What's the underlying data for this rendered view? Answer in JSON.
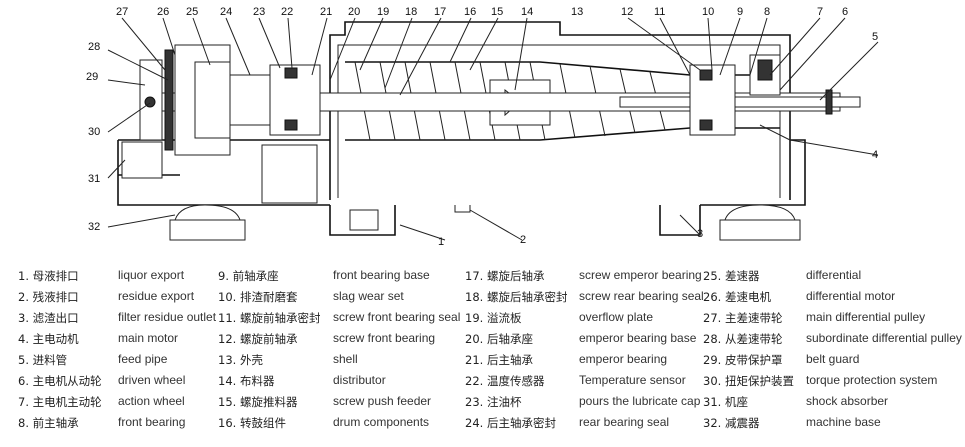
{
  "callouts": {
    "c1": "1",
    "c2": "2",
    "c3": "3",
    "c4": "4",
    "c5": "5",
    "c6": "6",
    "c7": "7",
    "c8": "8",
    "c9": "9",
    "c10": "10",
    "c11": "11",
    "c12": "12",
    "c13": "13",
    "c14": "14",
    "c15": "15",
    "c16": "16",
    "c17": "17",
    "c18": "18",
    "c19": "19",
    "c20": "20",
    "c21": "21",
    "c22": "22",
    "c23": "23",
    "c24": "24",
    "c25": "25",
    "c26": "26",
    "c27": "27",
    "c28": "28",
    "c29": "29",
    "c30": "30",
    "c31": "31",
    "c32": "32"
  },
  "legend": [
    {
      "cn": "1. 母液排口",
      "en": "liquor export"
    },
    {
      "cn": "2. 残液排口",
      "en": "residue export"
    },
    {
      "cn": "3. 滤渣出口",
      "en": "filter residue outlet"
    },
    {
      "cn": "4. 主电动机",
      "en": "main motor"
    },
    {
      "cn": "5. 进料管",
      "en": "feed pipe"
    },
    {
      "cn": "6. 主电机从动轮",
      "en": "driven wheel"
    },
    {
      "cn": "7. 主电机主动轮",
      "en": "action wheel"
    },
    {
      "cn": "8. 前主轴承",
      "en": "front bearing"
    },
    {
      "cn": "9. 前轴承座",
      "en": "front bearing base"
    },
    {
      "cn": "10. 排渣耐磨套",
      "en": "slag wear set"
    },
    {
      "cn": "11. 螺旋前轴承密封",
      "en": "screw front bearing seal"
    },
    {
      "cn": "12. 螺旋前轴承",
      "en": "screw front bearing"
    },
    {
      "cn": "13. 外壳",
      "en": "shell"
    },
    {
      "cn": "14. 布料器",
      "en": "distributor"
    },
    {
      "cn": "15. 螺旋推料器",
      "en": "screw push feeder"
    },
    {
      "cn": "16. 转鼓组件",
      "en": "drum components"
    },
    {
      "cn": "17. 螺旋后轴承",
      "en": "screw emperor bearing"
    },
    {
      "cn": "18. 螺旋后轴承密封",
      "en": "screw rear bearing seal"
    },
    {
      "cn": "19. 溢流板",
      "en": "overflow plate"
    },
    {
      "cn": "20. 后轴承座",
      "en": "emperor bearing base"
    },
    {
      "cn": "21. 后主轴承",
      "en": "emperor bearing"
    },
    {
      "cn": "22. 温度传感器",
      "en": "Temperature sensor"
    },
    {
      "cn": "23. 注油杯",
      "en": "pours the lubricate cap"
    },
    {
      "cn": "24. 后主轴承密封",
      "en": "rear bearing seal"
    },
    {
      "cn": "25. 差速器",
      "en": "differential"
    },
    {
      "cn": "26. 差速电机",
      "en": "differential motor"
    },
    {
      "cn": "27. 主差速带轮",
      "en": "main differential pulley"
    },
    {
      "cn": "28. 从差速带轮",
      "en": "subordinate differential pulley"
    },
    {
      "cn": "29. 皮带保护罩",
      "en": "belt guard"
    },
    {
      "cn": "30. 扭矩保护装置",
      "en": "torque protection system"
    },
    {
      "cn": "31. 机座",
      "en": "shock absorber"
    },
    {
      "cn": "32. 减震器",
      "en": "machine base"
    }
  ]
}
